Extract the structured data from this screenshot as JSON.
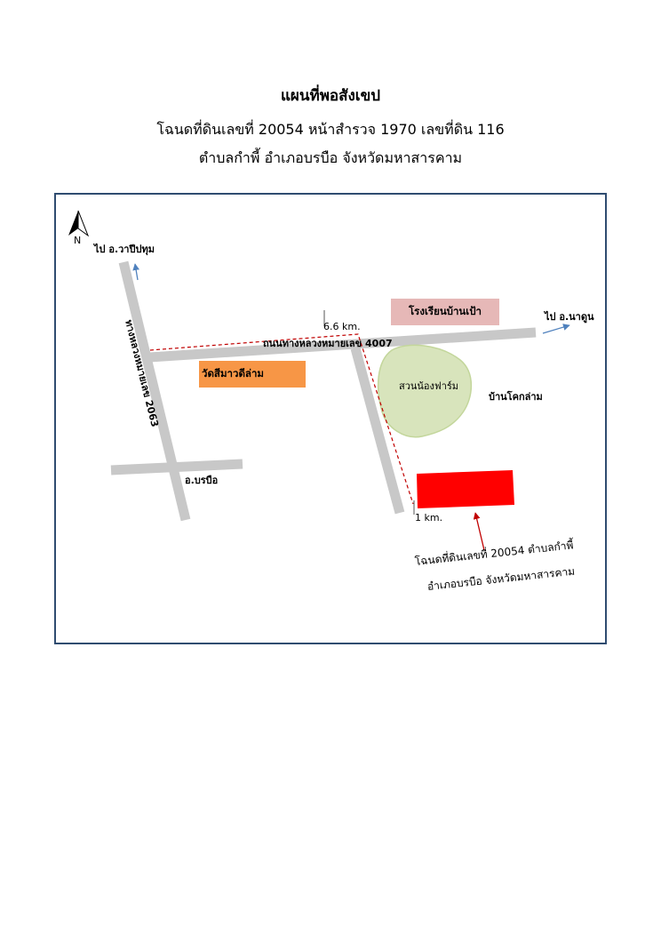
{
  "header": {
    "title": "แผนที่พอสังเขป",
    "line1": "โฉนดที่ดินเลขที่ 20054 หน้าสำรวจ 1970 เลขที่ดิน 116",
    "line2": "ตำบลกำพี้ อำเภอบรบือ จังหวัดมหาสารคาม"
  },
  "map": {
    "north_label": "N",
    "to_wapi": "ไป อ.วาปีปทุม",
    "to_nadun": "ไป อ.นาดูน",
    "road_2063": "ทางหลวงหมายเลข 2063",
    "road_4007": "ถนนทางหลวงหมายเลข 4007",
    "dist_66": "6.6 km.",
    "dist_1": "1 km.",
    "school": "โรงเรียนบ้านเป้า",
    "temple": "วัดสีมาวดีล่าม",
    "farm": "สวนน้องฟาร์ม",
    "village": "บ้านโคกล่าม",
    "borabue": "อ.บรบือ",
    "parcel_caption_1": "โฉนดที่ดินเลขที่ 20054 ตำบลกำพี้",
    "parcel_caption_2": "อำเภอบรบือ จังหวัดมหาสารคาม"
  },
  "colors": {
    "frame": "#2f4c70",
    "road": "#c8c8c8",
    "route": "#c00000",
    "school": "#e6b8b7",
    "temple": "#f79646",
    "farm": "#d8e4bc",
    "parcel": "#ff0000",
    "arrow_blue": "#4f81bd"
  }
}
